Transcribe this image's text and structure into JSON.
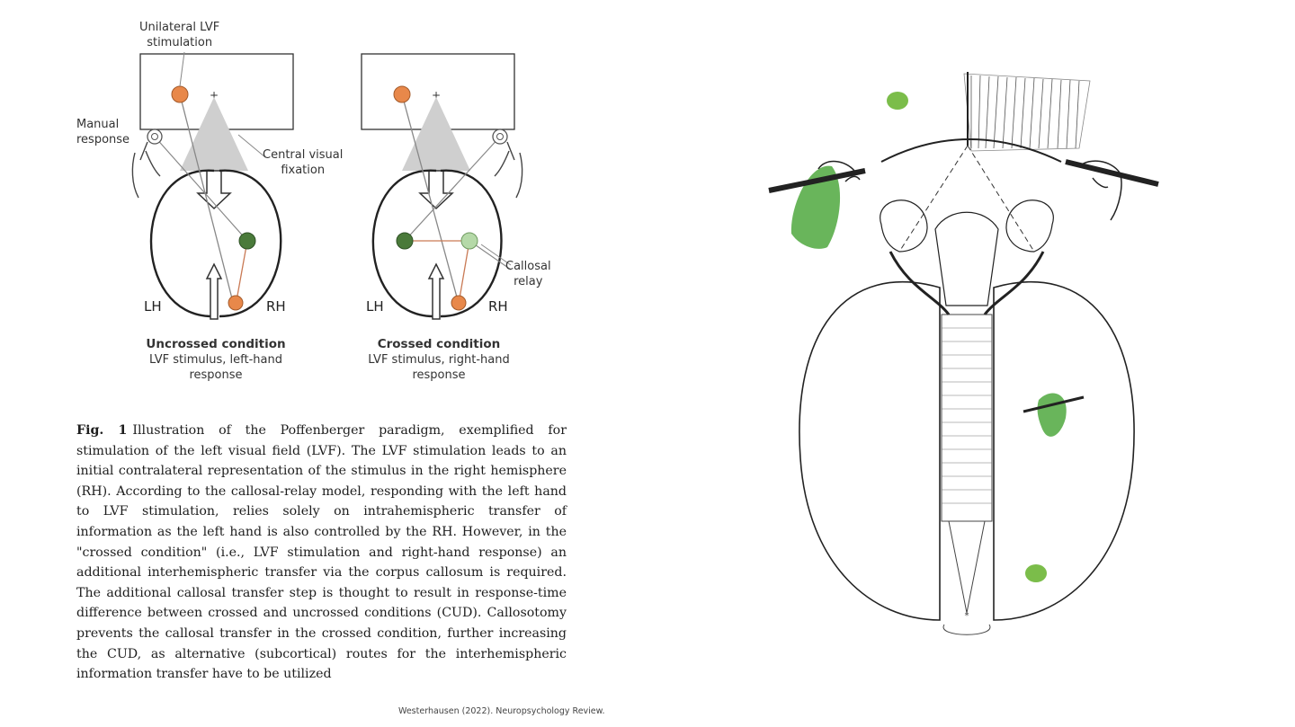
{
  "left_figure": {
    "stim_label": "Unilateral LVF\nstimulation",
    "manual_label": "Manual\nresponse",
    "fixation_label": "Central visual\nfixation",
    "callosal_label": "Callosal\nrelay",
    "panels": [
      {
        "lh": "LH",
        "rh": "RH",
        "title": "Uncrossed condition",
        "sub": "LVF stimulus, left-hand\nresponse"
      },
      {
        "lh": "LH",
        "rh": "RH",
        "title": "Crossed condition",
        "sub": "LVF stimulus, right-hand\nresponse"
      }
    ],
    "colors": {
      "stimulus": "#e8884a",
      "active": "#4a7a3a",
      "relay": "#b5d9a8",
      "cone": "#cfcfcf"
    }
  },
  "caption": {
    "fig_label": "Fig. 1",
    "text": "Illustration of the Poffenberger paradigm, exemplified for stimulation of the left visual field (LVF). The LVF stimulation leads to an initial contralateral representation of the stimulus in the right hemisphere (RH). According to the callosal-relay model, responding with the left hand to LVF stimulation, relies solely on intrahemispheric transfer of information as the left hand is also controlled by the RH. However, in the \"crossed condition\" (i.e., LVF stimulation and right-hand response) an additional interhemispheric transfer via the corpus callosum is required. The additional callosal transfer step is thought to result in response-time difference between crossed and uncrossed conditions (CUD). Callosotomy prevents the callosal transfer in the crossed condition, further increasing the CUD, as alternative (subcortical) routes for the interhemispheric information transfer have to be utilized"
  },
  "citation": "Westerhausen (2022). Neuropsychology Review.",
  "right_figure": {
    "colors": {
      "highlight": "#4fa83e",
      "dot": "#7bbd4a",
      "ink": "#222222"
    }
  }
}
